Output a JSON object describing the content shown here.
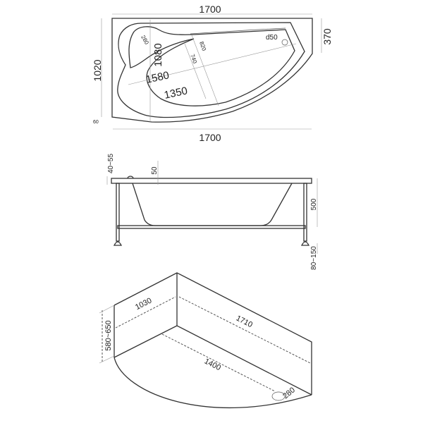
{
  "top_view": {
    "width_top": "1700",
    "width_bottom": "1700",
    "height": "1020",
    "right_height": "370",
    "offset_small": "60",
    "headrest": "280",
    "inner_width": "1080",
    "depth_820": "820",
    "depth_740": "740",
    "length_1580": "1580",
    "length_1350": "1350",
    "drain": "d50"
  },
  "side_view": {
    "rim_thickness": "40~55",
    "rim_offset": "50",
    "height": "500",
    "legs": "80~150"
  },
  "iso_view": {
    "side_width": "1030",
    "wall_length": "1710",
    "panel_height": "580~650",
    "inner_length": "1400",
    "drain_offset": "280"
  },
  "colors": {
    "line": "#333333",
    "background": "#ffffff"
  }
}
